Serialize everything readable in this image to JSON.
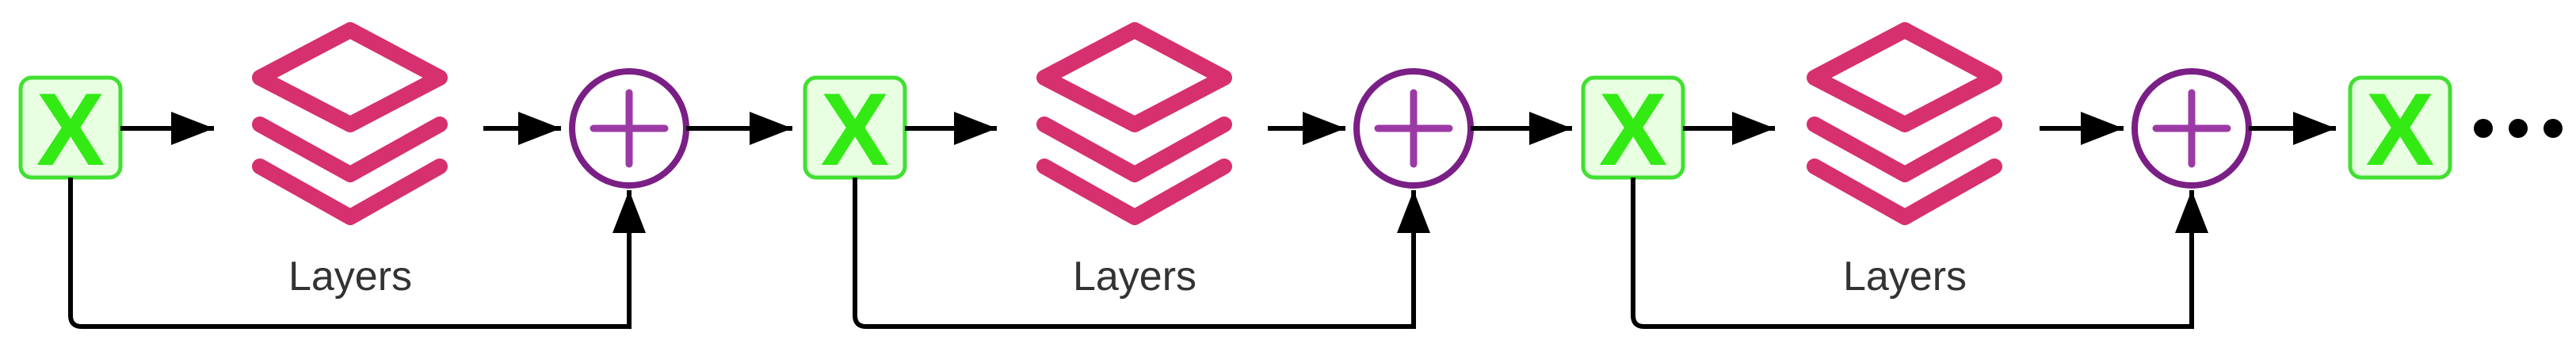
{
  "diagram": {
    "blocks": [
      {
        "input_label": "X",
        "layer_label": "Layers"
      },
      {
        "input_label": "X",
        "layer_label": "Layers"
      },
      {
        "input_label": "X",
        "layer_label": "Layers"
      }
    ],
    "final_output_label": "X",
    "colors": {
      "x_fill": "#e8ffe2",
      "x_border": "#41e031",
      "x_text": "#33ea15",
      "layer_stroke": "#d6306e",
      "add_stroke": "#7a1f85",
      "add_symbol": "#9c3aa5",
      "arrow": "#000000",
      "label": "#333333"
    },
    "icons": {
      "layer": "stacked-layers-icon",
      "add": "circle-plus-icon",
      "ellipsis": "ellipsis-icon"
    }
  }
}
